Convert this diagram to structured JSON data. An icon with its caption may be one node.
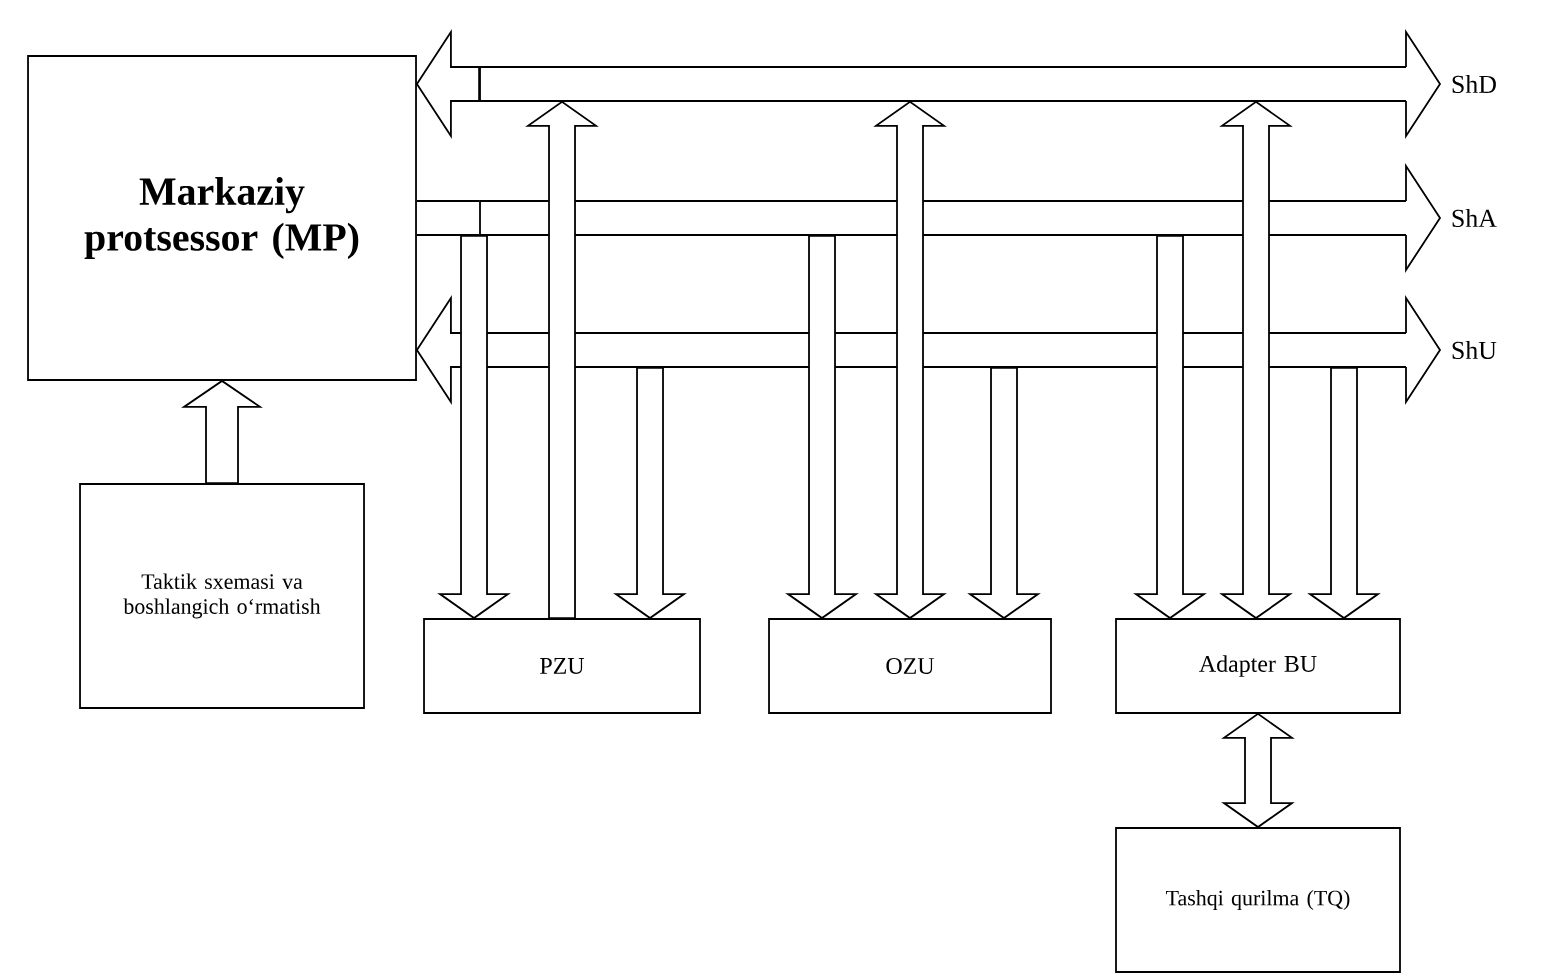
{
  "diagram": {
    "nodes": [
      {
        "text": [
          "Markaziy protsessor (MP)"
        ]
      },
      {
        "text": [
          "ShD"
        ]
      },
      {
        "text": [
          "ShA"
        ]
      },
      {
        "text": [
          "ShU"
        ]
      },
      {
        "text": [
          "Taktik sxemasi va boshlangich o‘rmatish"
        ]
      },
      {
        "text": [
          "PZU"
        ]
      },
      {
        "text": [
          "OZU"
        ]
      },
      {
        "text": [
          "Adapter BU"
        ]
      },
      {
        "text": [
          "Tashqi qurilma (TQ)"
        ]
      }
    ],
    "edges": [
      {
        "from": 1,
        "to": 0,
        "arrow": "to"
      },
      {
        "from": 0,
        "to": 2,
        "arrow": "none"
      },
      {
        "from": 3,
        "to": 0,
        "arrow": "to"
      },
      {
        "from": 2,
        "to": 5,
        "arrow": "to"
      },
      {
        "from": 5,
        "to": 1,
        "arrow": "to"
      },
      {
        "from": 3,
        "to": 5,
        "arrow": "to"
      },
      {
        "from": 2,
        "to": 6,
        "arrow": "to"
      },
      {
        "from": 6,
        "to": 1,
        "arrow": "both"
      },
      {
        "from": 3,
        "to": 6,
        "arrow": "to"
      },
      {
        "from": 2,
        "to": 7,
        "arrow": "to"
      },
      {
        "from": 7,
        "to": 1,
        "arrow": "both"
      },
      {
        "from": 3,
        "to": 7,
        "arrow": "to"
      },
      {
        "from": 4,
        "to": 0,
        "arrow": "to"
      },
      {
        "from": 7,
        "to": 8,
        "arrow": "both"
      }
    ]
  }
}
